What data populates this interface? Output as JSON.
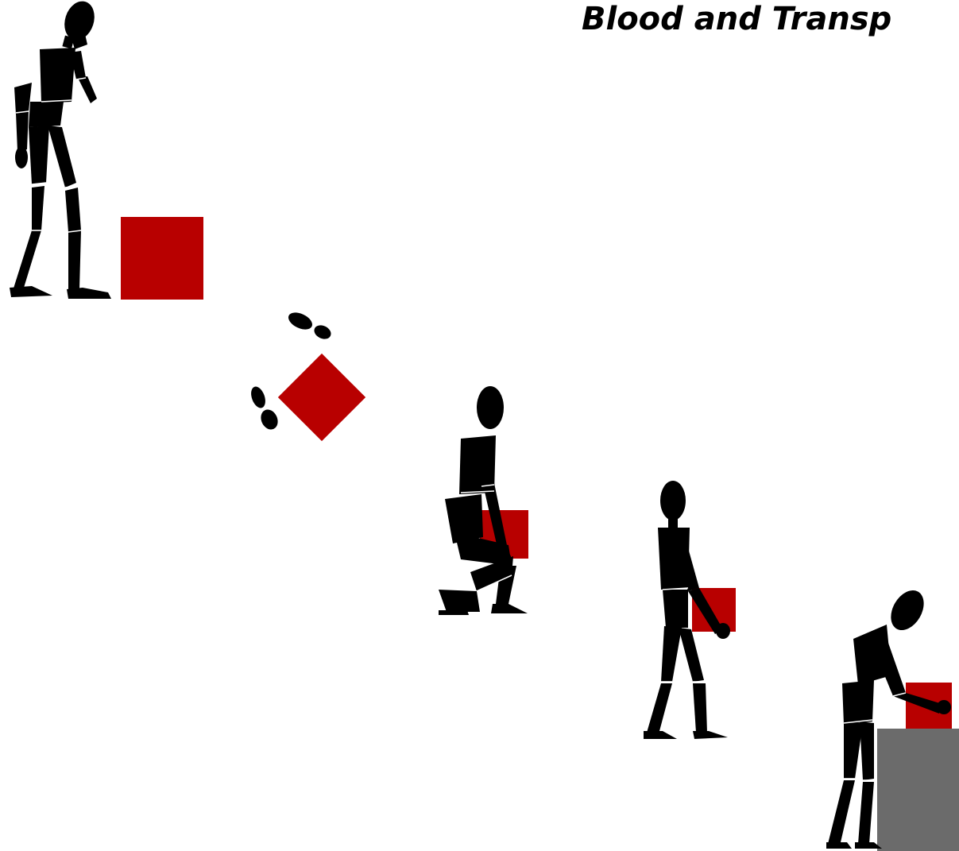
{
  "header": {
    "title": "Blood and Transp"
  },
  "colors": {
    "box": "#b80000",
    "figure": "#000000",
    "table": "#6b6b6b",
    "background": "#ffffff"
  },
  "steps": [
    {
      "name": "approach",
      "icon": "standing-mannequin-thinking-icon"
    },
    {
      "name": "foot-position",
      "icon": "footprints-icon"
    },
    {
      "name": "squat-lift",
      "icon": "squatting-mannequin-lifting-icon"
    },
    {
      "name": "carry",
      "icon": "walking-mannequin-carrying-icon"
    },
    {
      "name": "set-down",
      "icon": "mannequin-placing-box-on-table-icon"
    }
  ]
}
